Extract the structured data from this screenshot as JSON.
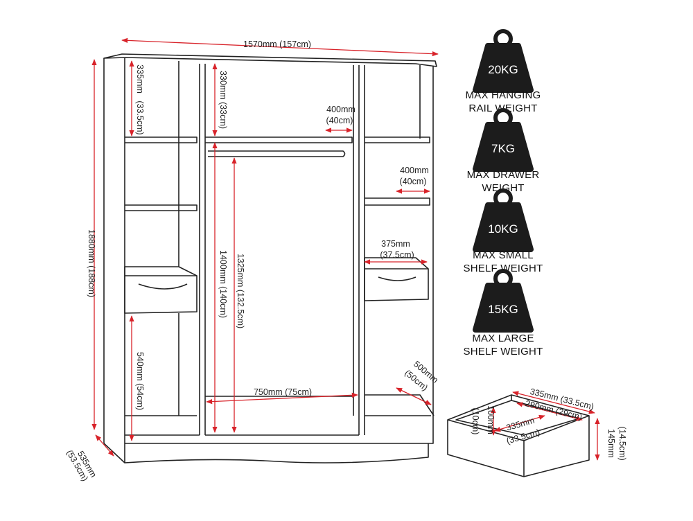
{
  "dimensions": {
    "overall_width": "1570mm (157cm)",
    "overall_height": "1880mm (188cm)",
    "overall_depth": "535mm",
    "overall_depth_cm": "(53.5cm)",
    "left_top_compartment_mm": "335mm",
    "left_top_compartment_cm": "(33.5cm)",
    "centre_top_compartment": "330mm (33cm)",
    "centre_shelf_width_mm": "400mm",
    "centre_shelf_width_cm": "(40cm)",
    "right_shelf_width_mm": "400mm",
    "right_shelf_width_cm": "(40cm)",
    "right_drawer_width_mm": "375mm",
    "right_drawer_width_cm": "(37.5cm)",
    "hanging_height": "1400mm (140cm)",
    "rail_height": "1325mm (132.5cm)",
    "left_lower_compartment": "540mm (54cm)",
    "centre_width": "750mm (75cm)",
    "right_depth_mm": "500mm",
    "right_depth_cm": "(50cm)"
  },
  "drawer_dimensions": {
    "outer_width": "335mm (33.5cm)",
    "inner_width": "290mm (29cm)",
    "inner_depth_mm": "335mm",
    "inner_depth_cm": "(33.5cm)",
    "inner_height_mm": "100mm",
    "inner_height_cm": "(10cm)",
    "front_height_mm": "145mm",
    "front_height_cm": "(14.5cm)"
  },
  "weights": [
    {
      "value": "20KG",
      "caption_line1": "MAX HANGING",
      "caption_line2": "RAIL WEIGHT"
    },
    {
      "value": "7KG",
      "caption_line1": "MAX DRAWER",
      "caption_line2": "WEIGHT"
    },
    {
      "value": "10KG",
      "caption_line1": "MAX SMALL",
      "caption_line2": "SHELF WEIGHT"
    },
    {
      "value": "15KG",
      "caption_line1": "MAX LARGE",
      "caption_line2": "SHELF WEIGHT"
    }
  ],
  "colors": {
    "dimension_line": "#d8232a",
    "outline": "#222222",
    "weight_fill": "#1c1c1c"
  }
}
